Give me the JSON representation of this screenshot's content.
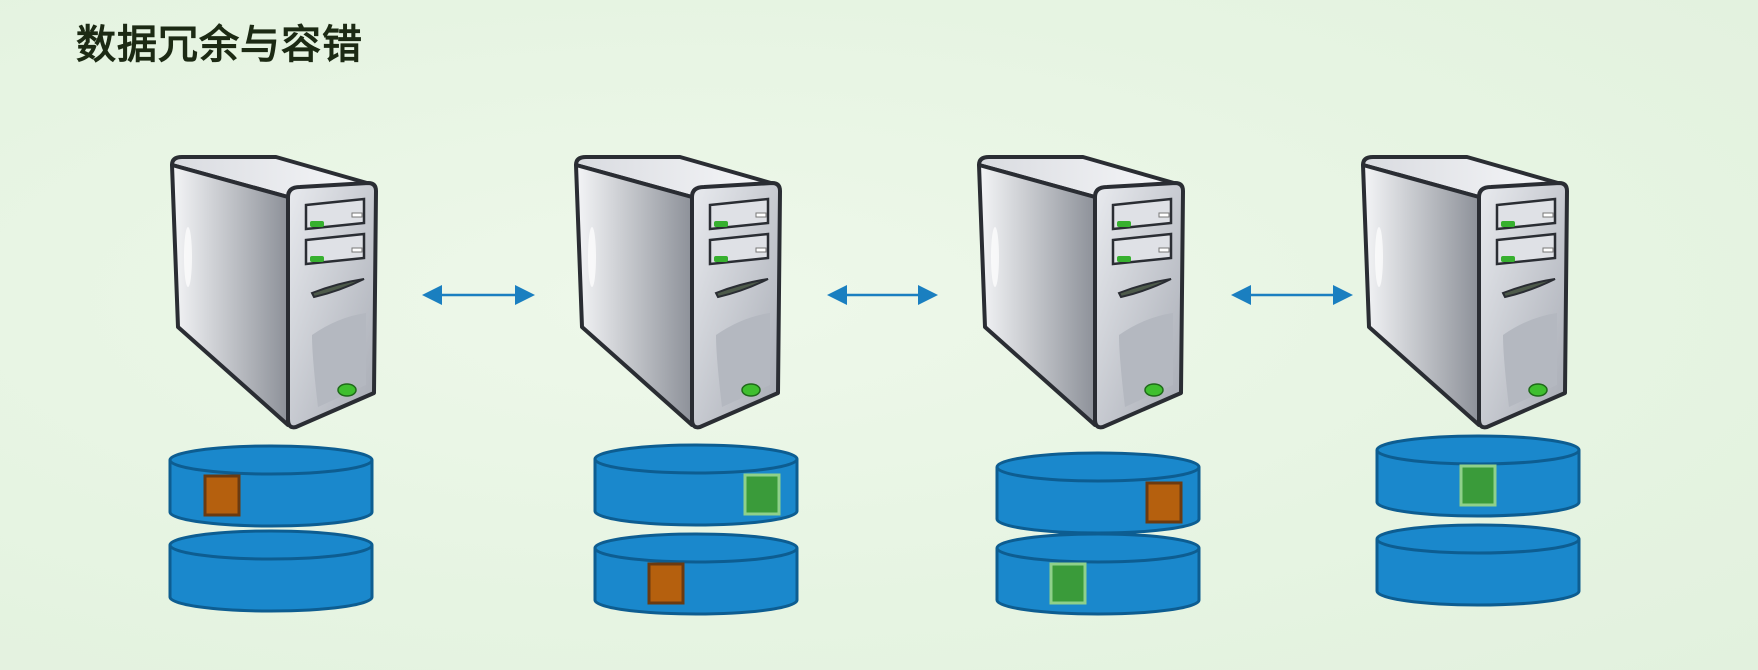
{
  "title": "数据冗余与容错",
  "colors": {
    "background": "#e8f5e4",
    "disk": "#1a88cc",
    "disk_stroke": "#0d5d91",
    "block_orange": "#b5600e",
    "block_green": "#3a9b3a",
    "arrow": "#1a7fc0"
  },
  "nodes": [
    {
      "disks": [
        {
          "block": "orange",
          "pos": "left"
        },
        {
          "block": null
        }
      ]
    },
    {
      "disks": [
        {
          "block": "green",
          "pos": "right"
        },
        {
          "block": "orange",
          "pos": "center"
        }
      ]
    },
    {
      "disks": [
        {
          "block": "orange",
          "pos": "right"
        },
        {
          "block": "green",
          "pos": "center"
        }
      ]
    },
    {
      "disks": [
        {
          "block": "green",
          "pos": "center"
        },
        {
          "block": null
        }
      ]
    }
  ]
}
